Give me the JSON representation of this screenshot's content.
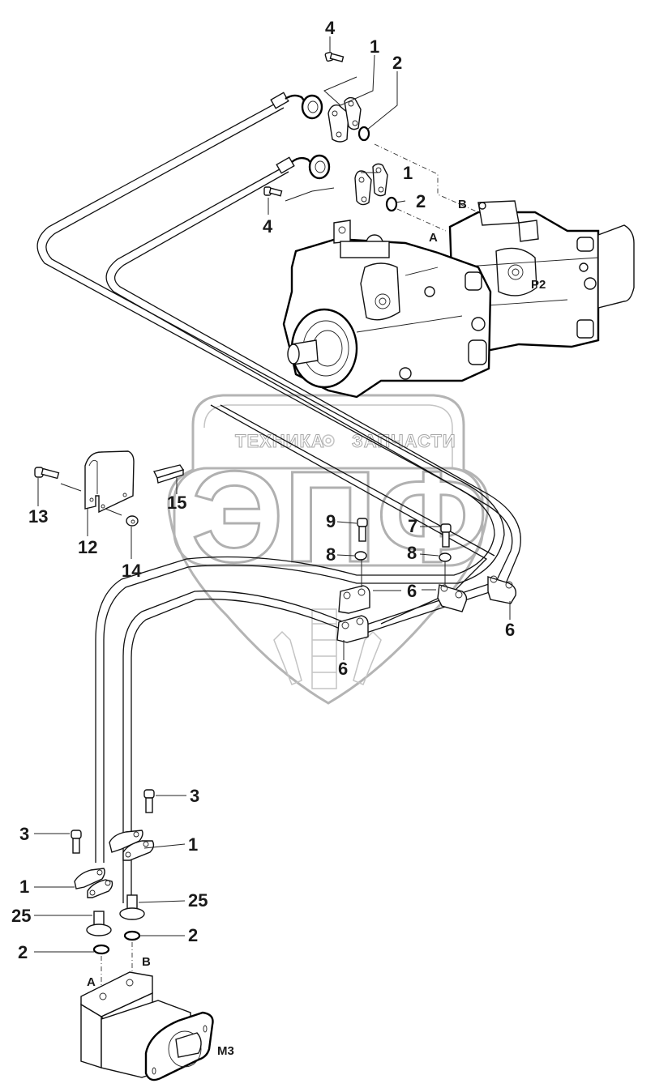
{
  "diagram": {
    "type": "exploded-parts-diagram",
    "watermark": {
      "top_text_left": "ТЕХНИКА",
      "top_text_right": "ЗАПЧАСТИ",
      "logo_text": "ЭПФ"
    },
    "assemblies": [
      {
        "id": "P2",
        "label": "P2",
        "description": "hydraulic pump (tandem)"
      },
      {
        "id": "M3",
        "label": "M3",
        "description": "hydraulic motor"
      }
    ],
    "port_labels": {
      "pump_port_a": "A",
      "pump_port_b": "B",
      "motor_port_a": "A",
      "motor_port_b": "B"
    },
    "callouts": [
      {
        "id": "c-4-top",
        "label": "4"
      },
      {
        "id": "c-1-top",
        "label": "1"
      },
      {
        "id": "c-2-top",
        "label": "2"
      },
      {
        "id": "c-1-mid",
        "label": "1"
      },
      {
        "id": "c-2-mid",
        "label": "2"
      },
      {
        "id": "c-4-mid",
        "label": "4"
      },
      {
        "id": "c-13",
        "label": "13"
      },
      {
        "id": "c-12",
        "label": "12"
      },
      {
        "id": "c-14",
        "label": "14"
      },
      {
        "id": "c-15",
        "label": "15"
      },
      {
        "id": "c-9",
        "label": "9"
      },
      {
        "id": "c-8-left",
        "label": "8"
      },
      {
        "id": "c-7",
        "label": "7"
      },
      {
        "id": "c-8-right",
        "label": "8"
      },
      {
        "id": "c-6-mid",
        "label": "6"
      },
      {
        "id": "c-6-right",
        "label": "6"
      },
      {
        "id": "c-6-low",
        "label": "6"
      },
      {
        "id": "c-3-right",
        "label": "3"
      },
      {
        "id": "c-3-left",
        "label": "3"
      },
      {
        "id": "c-1-right",
        "label": "1"
      },
      {
        "id": "c-1-left",
        "label": "1"
      },
      {
        "id": "c-25-right",
        "label": "25"
      },
      {
        "id": "c-25-left",
        "label": "25"
      },
      {
        "id": "c-2-right",
        "label": "2"
      },
      {
        "id": "c-2-left",
        "label": "2"
      }
    ]
  }
}
